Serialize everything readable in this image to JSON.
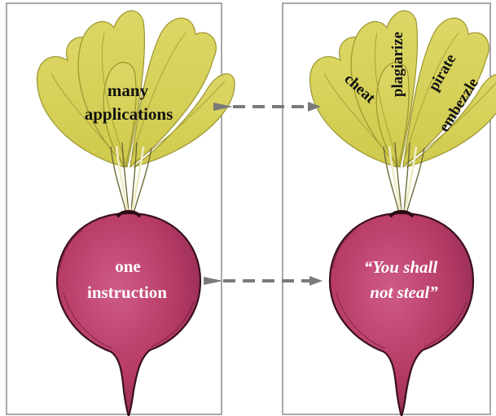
{
  "left_panel": {
    "leaves_label": [
      "many",
      "applications"
    ],
    "root_label": [
      "one",
      "instruction"
    ]
  },
  "right_panel": {
    "leaf_words": [
      "cheat",
      "plagiarize",
      "pirate",
      "embezzle"
    ],
    "root_label": [
      "“You shall",
      "not steal”"
    ]
  },
  "colors": {
    "leaf": "#d8d35a",
    "leaf_edge": "#8f8a2a",
    "beet": "#b63a66",
    "beet_dark": "#7d2345",
    "stem": "#e4e2a8",
    "arrow": "#7a7a7a",
    "frame": "#8c8c8c",
    "label_dark": "#111111",
    "label_light": "#ffffff"
  }
}
